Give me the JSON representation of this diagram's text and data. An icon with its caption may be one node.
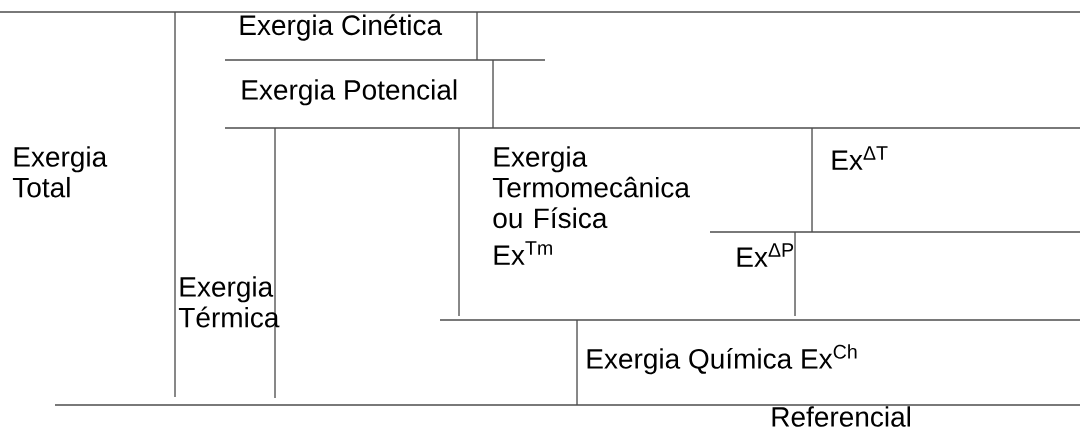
{
  "diagram": {
    "labels": [
      "Exergia Cinética",
      "Exergia Potencial",
      "Exergia Total",
      "Exergia Termomecânica ou Física",
      "Ex$^{ΔT}$",
      "Ex$^{Tm}$",
      "Ex$^{ΔP}$",
      "Exergia Térmica",
      "Exergia Química  Ex$^{Ch}$",
      "Referencial"
    ]
  }
}
